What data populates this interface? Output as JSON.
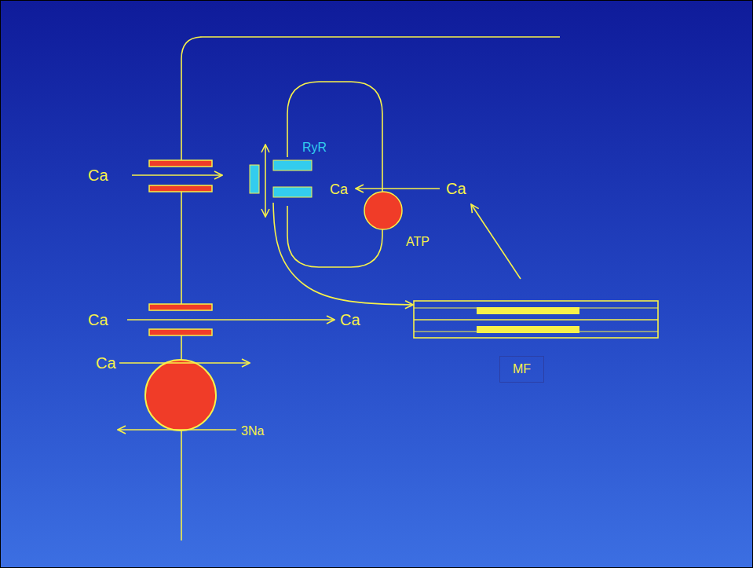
{
  "diagram": {
    "nodes": [
      {
        "text": [
          "RyR"
        ]
      },
      {
        "text": [
          "ATP"
        ]
      },
      {
        "text": [
          "MF"
        ]
      }
    ],
    "edges": [
      {
        "from": 0,
        "to": 2,
        "arrow": "to"
      }
    ],
    "labels": [
      "Ca",
      "Ca",
      "Ca",
      "Ca",
      "Ca",
      "Ca",
      "3Na"
    ]
  }
}
